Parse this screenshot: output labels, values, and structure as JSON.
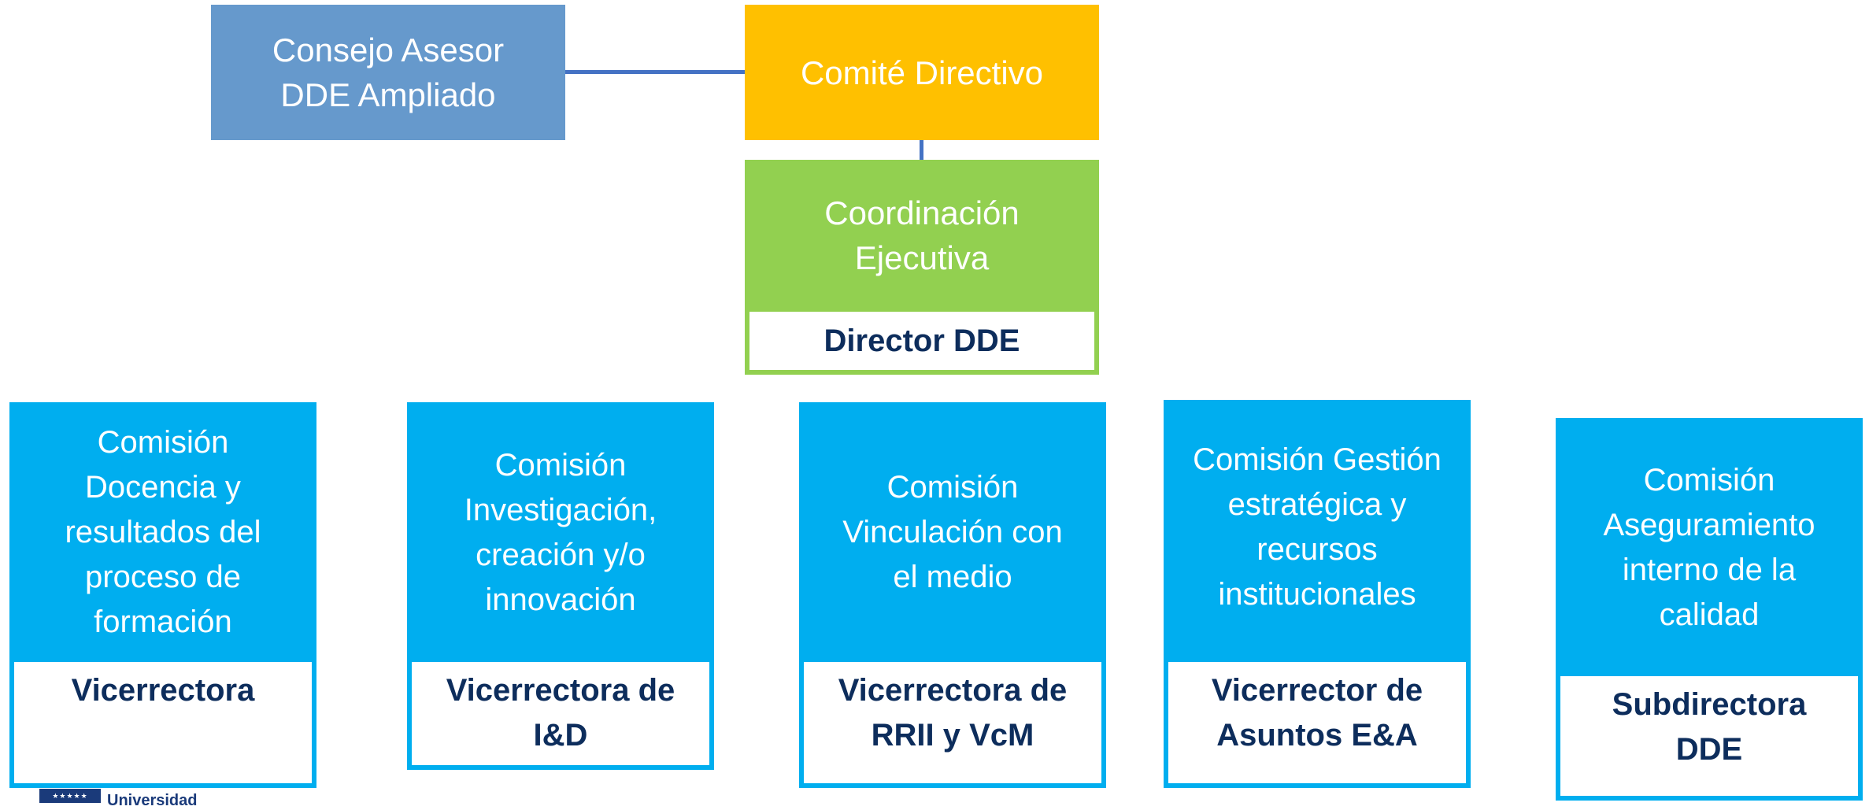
{
  "top": {
    "consejo": "Consejo Asesor\nDDE Ampliado",
    "comite": "Comité Directivo",
    "coordinacion": "Coordinación\nEjecutiva",
    "director": "Director DDE"
  },
  "comisiones": [
    {
      "title": "Comisión\nDocencia y\nresultados del\nproceso de\nformación",
      "head": "Vicerrectora"
    },
    {
      "title": "Comisión\nInvestigación,\ncreación y/o\ninnovación",
      "head": "Vicerrectora de\nI&D"
    },
    {
      "title": "Comisión\nVinculación con\nel medio",
      "head": "Vicerrectora de\nRRII y VcM"
    },
    {
      "title": "Comisión Gestión\nestratégica y\nrecursos\ninstitucionales",
      "head": "Vicerrector de\nAsuntos E&A"
    },
    {
      "title": "Comisión\nAseguramiento\ninterno de la\ncalidad",
      "head": "Subdirectora\nDDE"
    }
  ],
  "logo": {
    "stars": "★★★★★",
    "text": "Universidad"
  },
  "colors": {
    "consejo": "#6699cc",
    "comite": "#ffc000",
    "coordinacion": "#92d050",
    "comision": "#00aeef",
    "connector": "#4472c4",
    "text_dark": "#0d2d5c"
  }
}
